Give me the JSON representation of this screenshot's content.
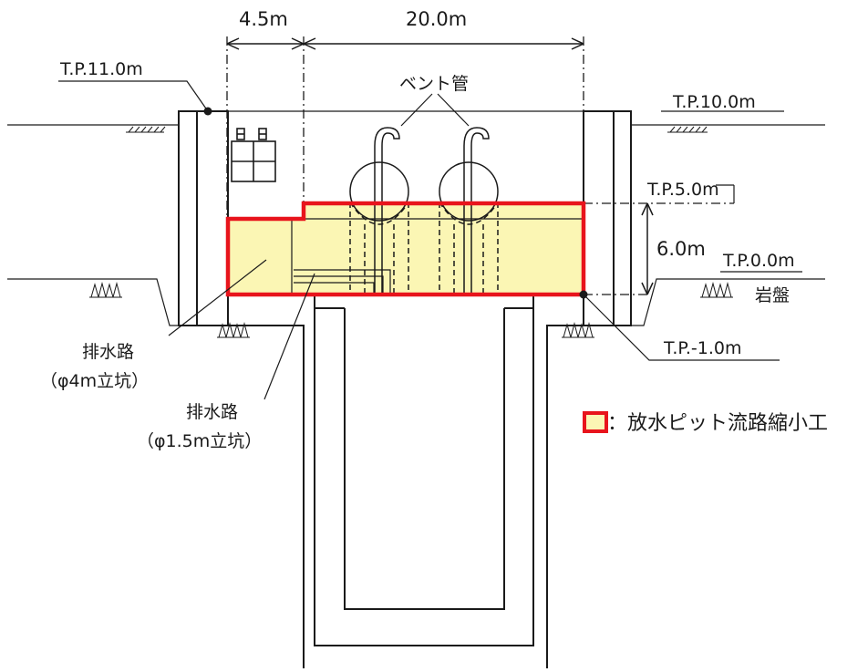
{
  "dimensions": {
    "left_width": "4.5m",
    "main_width": "20.0m",
    "depth": "6.0m"
  },
  "elevations": {
    "wall_top_left": "T.P.11.0m",
    "ground_right": "T.P.10.0m",
    "water_top": "T.P.5.0m",
    "bedrock_top": "T.P.0.0m",
    "pit_bottom": "T.P.-1.0m"
  },
  "labels": {
    "vent_pipe": "ベント管",
    "bedrock": "岩盤",
    "drain_4m_name": "排水路",
    "drain_4m_spec": "（φ4m立坑）",
    "drain_15m_name": "排水路",
    "drain_15m_spec": "（φ1.5m立坑）"
  },
  "legend": {
    "text": "：放水ピット流路縮小工",
    "fill_color": "#fbf6b4",
    "border_color": "#e8141c"
  },
  "colors": {
    "highlight_fill": "#fbf6b4",
    "highlight_border": "#e8141c",
    "line": "#1a1a1a"
  }
}
